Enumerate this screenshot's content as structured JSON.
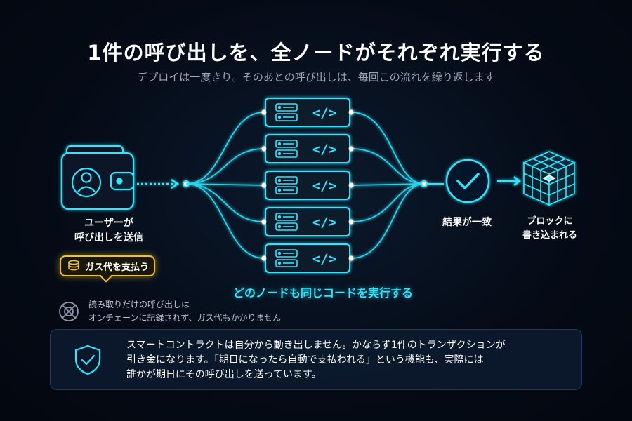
{
  "header": {
    "title": "1件の呼び出しを、全ノードがそれぞれ実行する",
    "subtitle": "デプロイは一度きり。そのあとの呼び出しは、毎回この流れを繰り返します"
  },
  "user": {
    "label_line1": "ユーザーが",
    "label_line2": "呼び出しを送信",
    "gas_label": "ガス代を支払う"
  },
  "nodes": {
    "count": 5,
    "caption": "どのノードも同じコードを実行する",
    "code_glyph": "</>"
  },
  "result": {
    "label": "結果が一致"
  },
  "block": {
    "label_line1": "ブロックに",
    "label_line2": "書き込まれる"
  },
  "readonly_note": {
    "line1": "読み取りだけの呼び出しは",
    "line2": "オンチェーンに記録されず、ガス代もかかりません"
  },
  "info": {
    "line1": "スマートコントラクトは自分から動き出しません。かならず1件のトランザクションが",
    "line2": "引き金になります。「期日になったら自動で支払われる」という機能も、実際には",
    "line3": "誰かが期日にその呼び出しを送っています。"
  },
  "colors": {
    "accent": "#2ee6ff",
    "gas": "#f2c12e",
    "background": "#050b16"
  },
  "icons": [
    "wallet-icon",
    "user-icon",
    "coins-icon",
    "server-icon",
    "code-icon",
    "check-icon",
    "cube-icon",
    "no-signal-icon",
    "shield-check-icon"
  ]
}
